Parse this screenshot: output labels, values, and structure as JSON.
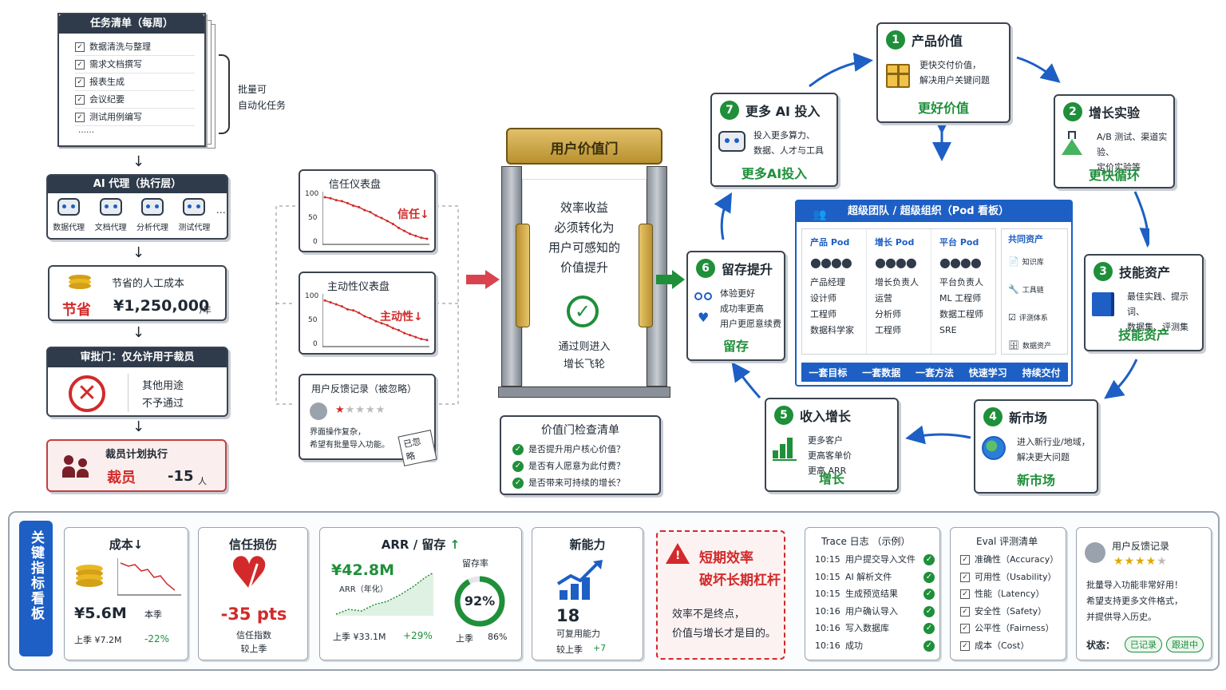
{
  "tasklist": {
    "title": "任务清单（每周）",
    "items": [
      "数据清洗与整理",
      "需求文档撰写",
      "报表生成",
      "会议纪要",
      "测试用例编写"
    ],
    "more": "……",
    "brace_label": "批量可\n自动化任务"
  },
  "agents": {
    "title": "AI 代理（执行层）",
    "items": [
      "数据代理",
      "文档代理",
      "分析代理",
      "测试代理"
    ],
    "more": "…"
  },
  "savings": {
    "title": "节省的人工成本",
    "label": "节省",
    "amount": "¥1,250,000",
    "unit": "/年"
  },
  "approval": {
    "title": "审批门：仅允许用于裁员",
    "line1": "其他用途",
    "line2": "不予通过"
  },
  "layoff": {
    "title": "裁员计划执行",
    "label": "裁员",
    "value": "-15",
    "unit": "人"
  },
  "trust_dash": {
    "title": "信任仪表盘",
    "label": "信任↓",
    "ticks": [
      "100",
      "50",
      "0"
    ],
    "series": [
      92,
      90,
      86,
      84,
      80,
      75,
      72,
      66,
      62,
      55,
      50,
      44,
      38,
      30,
      24,
      18,
      14,
      10,
      8
    ]
  },
  "proactive_dash": {
    "title": "主动性仪表盘",
    "label": "主动性↓",
    "ticks": [
      "100",
      "50",
      "0"
    ],
    "series": [
      90,
      86,
      82,
      78,
      72,
      70,
      65,
      58,
      54,
      48,
      44,
      40,
      34,
      30,
      24,
      20,
      16,
      12,
      10
    ]
  },
  "feedback_card": {
    "title": "用户反馈记录（被忽略）",
    "text": "界面操作复杂，\n希望有批量导入功能。",
    "stamp": "已忽略",
    "stars": 1
  },
  "gate": {
    "title": "用户价值门",
    "text": "效率收益\n必须转化为\n用户可感知的\n价值提升",
    "pass": "通过则进入\n增长飞轮"
  },
  "gate_checklist": {
    "title": "价值门检查清单",
    "items": [
      "是否提升用户核心价值？",
      "是否有人愿意为此付费？",
      "是否带来可持续的增长？"
    ]
  },
  "flywheel": [
    {
      "n": "1",
      "title": "产品价值",
      "desc": "更快交付价值，\n解决用户关键问题",
      "tag": "更好价值"
    },
    {
      "n": "2",
      "title": "增长实验",
      "desc": "A/B 测试、渠道实验、\n定价实验等",
      "tag": "更快循环"
    },
    {
      "n": "3",
      "title": "技能资产",
      "desc": "最佳实践、提示词、\n数据集、评测集",
      "tag": "技能资产"
    },
    {
      "n": "4",
      "title": "新市场",
      "desc": "进入新行业/地域，\n解决更大问题",
      "tag": "新市场"
    },
    {
      "n": "5",
      "title": "收入增长",
      "desc": "更多客户\n更高客单价\n更高 ARR",
      "tag": "增长"
    },
    {
      "n": "6",
      "title": "留存提升",
      "desc": "体验更好\n成功率更高\n用户更愿意续费",
      "tag": "留存"
    },
    {
      "n": "7",
      "title": "更多 AI 投入",
      "desc": "投入更多算力、\n数据、人才与工具",
      "tag": "更多AI投入"
    }
  ],
  "pod": {
    "title": "超级团队 / 超级组织（Pod 看板）",
    "columns": [
      {
        "name": "产品 Pod",
        "roles": [
          "产品经理",
          "设计师",
          "工程师",
          "数据科学家"
        ]
      },
      {
        "name": "增长 Pod",
        "roles": [
          "增长负责人",
          "运营",
          "分析师",
          "工程师"
        ]
      },
      {
        "name": "平台 Pod",
        "roles": [
          "平台负责人",
          "ML 工程师",
          "数据工程师",
          "SRE"
        ]
      }
    ],
    "assets_title": "共同资产",
    "assets": [
      "知识库",
      "工具链",
      "评测体系",
      "数据资产"
    ],
    "footer": [
      "一套目标",
      "一套数据",
      "一套方法",
      "快速学习",
      "持续交付"
    ]
  },
  "dashboard": {
    "side_title": "关键指标看板",
    "cost": {
      "title": "成本↓",
      "value": "¥5.6M",
      "period": "本季",
      "prev": "上季 ¥7.2M",
      "change": "-22%"
    },
    "trust": {
      "title": "信任损伤",
      "value": "-35 pts",
      "label": "信任指数",
      "sub": "较上季"
    },
    "arr": {
      "title": "ARR / 留存",
      "arrow": "↑",
      "value": "¥42.8M",
      "label": "ARR（年化）",
      "prev": "上季 ¥33.1M",
      "change": "+29%",
      "ret_label": "留存率",
      "ret_value": "92%",
      "ret_prev": "上季",
      "ret_prev_value": "86%",
      "retention": 0.92
    },
    "capability": {
      "title": "新能力",
      "value": "18",
      "label": "可复用能力",
      "sub": "较上季",
      "change": "+7"
    },
    "warning": {
      "title1": "短期效率",
      "title2": "破坏长期杠杆",
      "text1": "效率不是终点，",
      "text2": "价值与增长才是目的。"
    },
    "trace": {
      "title": "Trace 日志 （示例）",
      "rows": [
        [
          "10:15",
          "用户提交导入文件"
        ],
        [
          "10:15",
          "AI 解析文件"
        ],
        [
          "10:15",
          "生成预览结果"
        ],
        [
          "10:16",
          "用户确认导入"
        ],
        [
          "10:16",
          "写入数据库"
        ],
        [
          "10:16",
          "成功"
        ]
      ]
    },
    "eval": {
      "title": "Eval 评测清单",
      "items": [
        "准确性（Accuracy）",
        "可用性（Usability）",
        "性能（Latency）",
        "安全性（Safety）",
        "公平性（Fairness）",
        "成本（Cost）"
      ]
    },
    "feedback": {
      "title": "用户反馈记录",
      "text": "批量导入功能非常好用！\n希望支持更多文件格式，\n并提供导入历史。",
      "status_label": "状态：",
      "tag1": "已记录",
      "tag2": "跟进中",
      "stars": 4
    }
  },
  "colors": {
    "green": "#1f8f3a",
    "red": "#d22a2a",
    "blue": "#1d5fc4",
    "dark": "#2f3b4a",
    "gold": "#d4a017"
  }
}
